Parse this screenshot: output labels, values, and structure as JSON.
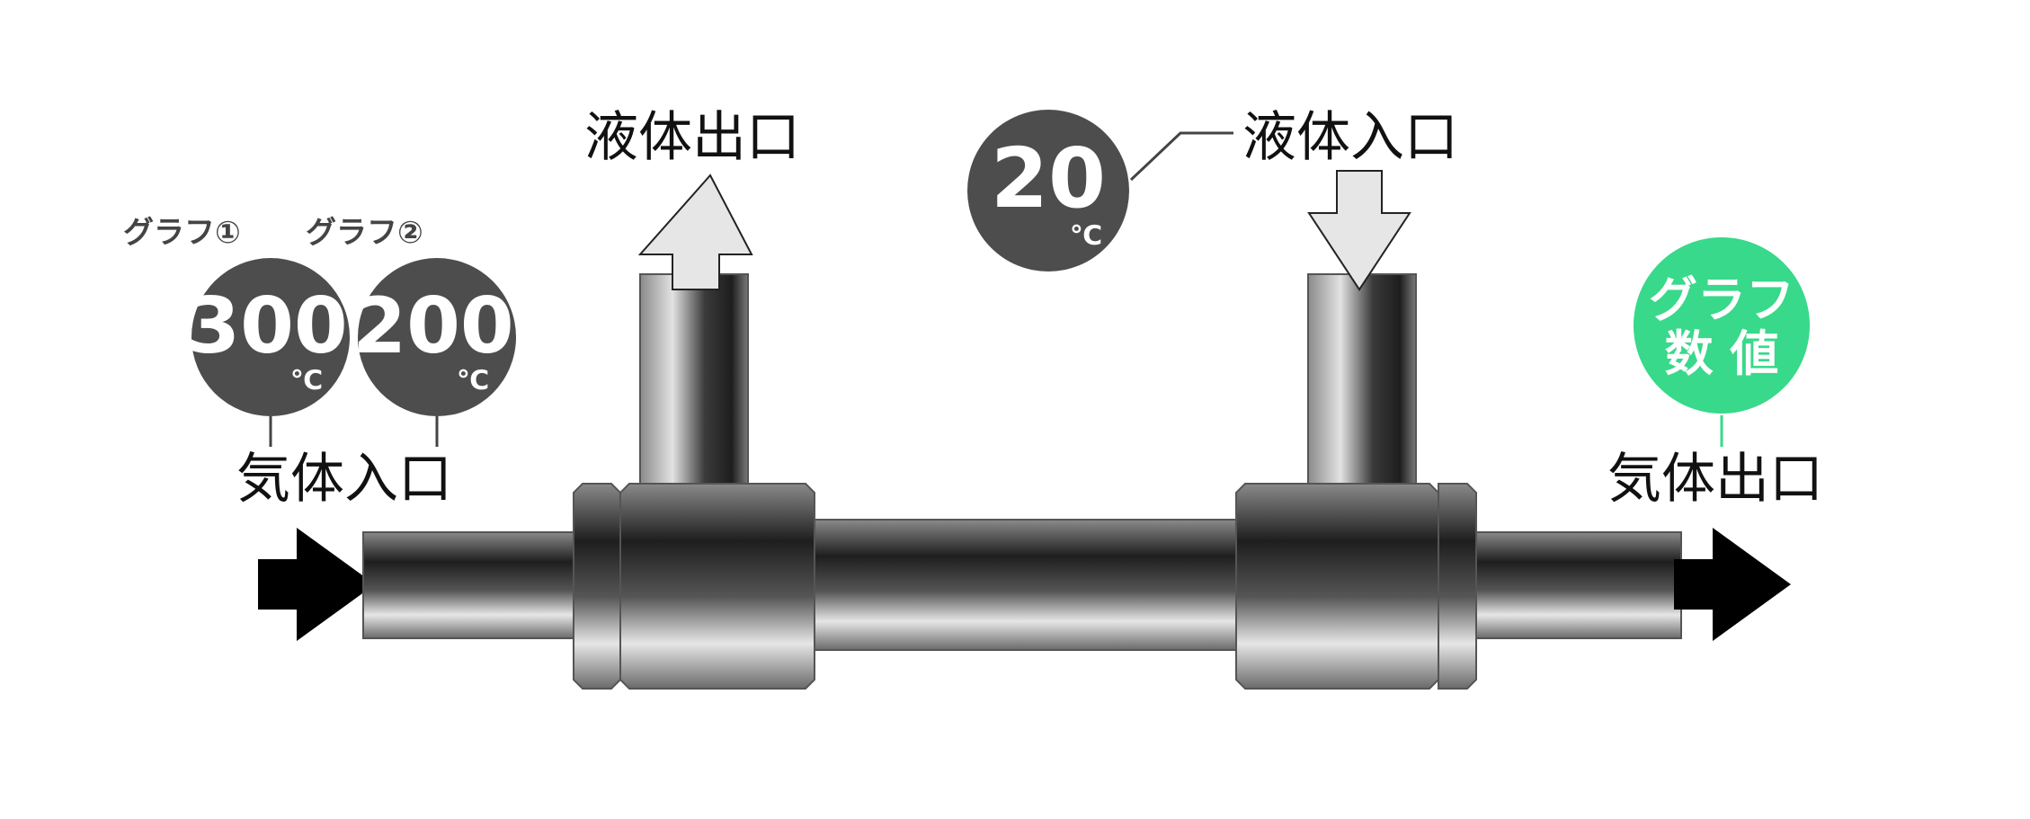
{
  "labels": {
    "gas_inlet": "気体入口",
    "gas_outlet": "気体出口",
    "liquid_outlet": "液体出口",
    "liquid_inlet": "液体入口"
  },
  "gauges": {
    "graph1": {
      "caption": "グラフ①",
      "value": "300",
      "unit": "℃"
    },
    "graph2": {
      "caption": "グラフ②",
      "value": "200",
      "unit": "℃"
    },
    "liquid_in": {
      "value": "20",
      "unit": "℃"
    }
  },
  "result": {
    "line1": "グラフ",
    "line2": "数 値"
  },
  "colors": {
    "badge": "#4d4d4d",
    "result_badge": "#38d98a",
    "pipe_dark": "#1e1e1e",
    "pipe_light": "#e2e2e2",
    "arrow_light": "#e6e6e6",
    "arrow_flow": "#000000"
  }
}
